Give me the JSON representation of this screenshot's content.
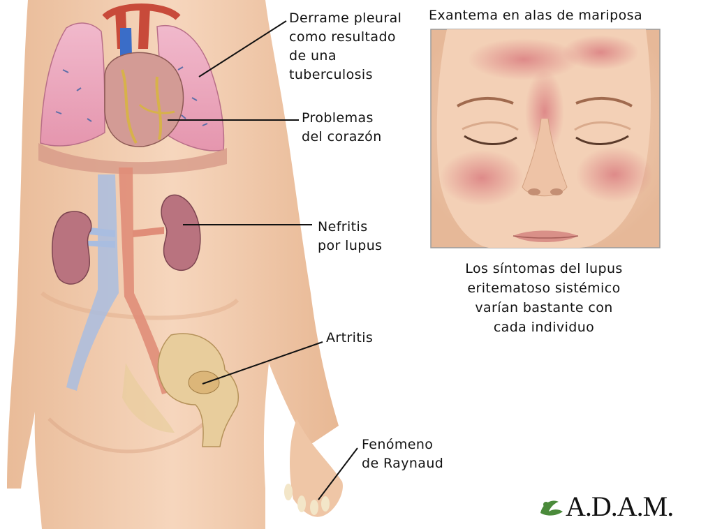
{
  "labels": {
    "pleural": "Derrame pleural\ncomo resultado\nde una\ntuberculosis",
    "heart": "Problemas\ndel corazón",
    "kidney": "Nefritis\npor lupus",
    "arthritis": "Artritis",
    "raynaud": "Fenómeno\nde Raynaud"
  },
  "face": {
    "title": "Exantema en alas de mariposa",
    "caption": "Los síntomas del lupus\neritematoso sistémico\nvarían bastante con\ncada individuo"
  },
  "logo": {
    "text": "A.D.A.M."
  },
  "colors": {
    "skin": "#f2cdb0",
    "lung": "#e9a9bf",
    "heart": "#c98a86",
    "kidney": "#b9737f",
    "vein": "#9db4d8",
    "artery": "#d9806b",
    "bone": "#e8cd9c",
    "rash": "#d7737a",
    "leaf": "#4a8a3a"
  }
}
